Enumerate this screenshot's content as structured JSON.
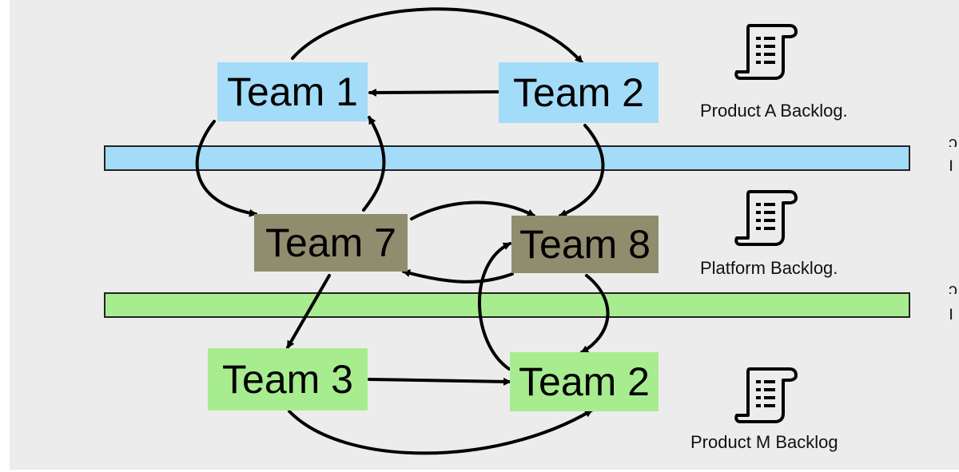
{
  "diagram": {
    "teams": {
      "team1": {
        "label": "Team 1",
        "color": "#a3dcf8"
      },
      "team2_top": {
        "label": "Team 2",
        "color": "#a3dcf8"
      },
      "team7": {
        "label": "Team 7",
        "color": "#908c6e"
      },
      "team8": {
        "label": "Team 8",
        "color": "#908c6e"
      },
      "team3": {
        "label": "Team 3",
        "color": "#a8ec90"
      },
      "team2_bottom": {
        "label": "Team 2",
        "color": "#a8ec90"
      }
    },
    "bands": {
      "blue": {
        "color": "#a3dcf8"
      },
      "green": {
        "color": "#a8ec90"
      }
    },
    "backlogs": [
      {
        "label": "Product A Backlog.",
        "icon": "scroll-list-icon"
      },
      {
        "label": "Platform Backlog.",
        "icon": "scroll-list-icon"
      },
      {
        "label": "Product M Backlog",
        "icon": "scroll-list-icon"
      }
    ]
  }
}
